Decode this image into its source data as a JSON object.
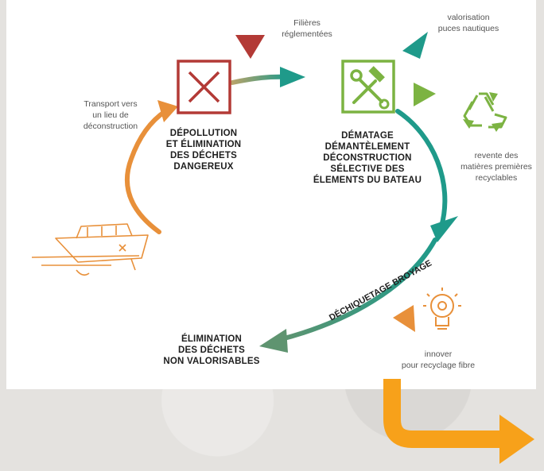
{
  "labels": {
    "transport": "Transport vers\nun lieu de\ndéconstruction",
    "filieres": "Filières\nréglementées",
    "valorisation": "valorisation\npuces nautiques",
    "depollution": "DÉPOLLUTION\nET ÉLIMINATION\nDES DÉCHETS\nDANGEREUX",
    "dematage": "DÉMATAGE\nDÉMANTÈLEMENT\nDÉCONSTRUCTION\nSÉLECTIVE DES\nÉLEMENTS DU BATEAU",
    "revente": "revente des\nmatières premières\nrecyclables",
    "dechiquetage": "DÉCHIQUETAGE BROYAGE",
    "elimination": "ÉLIMINATION\nDES DÉCHETS\nNON VALORISABLES",
    "innover": "innover\npour recyclage fibre"
  },
  "colors": {
    "orange": "#e8903a",
    "red": "#b33a36",
    "green": "#7cb342",
    "teal": "#1f9a8a",
    "big_arrow": "#f7a11a"
  },
  "icons": [
    "cross-box-icon",
    "tools-box-icon",
    "recycle-icon",
    "lightbulb-gear-icon",
    "boat-icon"
  ]
}
